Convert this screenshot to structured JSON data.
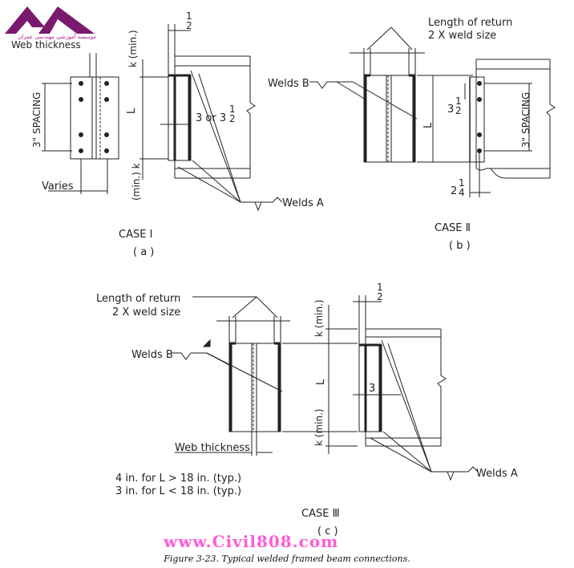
{
  "figure": {
    "caption": "Figure 3-23.  Typical welded framed beam connections.",
    "watermark": "www.Civil808.com",
    "logo_text_line1": "موسسه آموزشی مهندسی عمران",
    "logo_text_line2": "Web thickness",
    "brand_color": "#7a1a6e",
    "watermark_color": "#ff5cd6"
  },
  "case_a": {
    "title": "CASE Ⅰ",
    "sub": "( a )",
    "labels": {
      "half": "1",
      "half_den": "2",
      "k_top": "k (min.)",
      "L": "L",
      "three_or": "3 or 3",
      "three_or_frac_num": "1",
      "three_or_frac_den": "2",
      "k_bot": "(min.) k",
      "spacing": "3\" SPACING",
      "varies": "Varies",
      "welds_a": "Welds A",
      "web_thickness": "Web thickness"
    }
  },
  "case_b": {
    "title": "CASE Ⅱ",
    "sub": "( b )",
    "labels": {
      "length_return": "Length of return",
      "weld_size": "2 X weld size",
      "welds_b": "Welds B",
      "L": "L",
      "three_half": "3",
      "three_half_num": "1",
      "three_half_den": "2",
      "spacing": "3\" SPACING",
      "two_quarter": "2",
      "two_quarter_num": "1",
      "two_quarter_den": "4"
    }
  },
  "case_c": {
    "title": "CASE Ⅲ",
    "sub": "( c )",
    "labels": {
      "length_return": "Length of return",
      "weld_size": "2 X weld size",
      "welds_b": "Welds B",
      "half": "1",
      "half_den": "2",
      "k_top": "k (min.)",
      "L": "L",
      "three": "3",
      "k_bot": "k (min.)",
      "web_thickness": "Web thickness",
      "note1": "4 in. for L > 18 in. (typ.)",
      "note2": "3 in. for L < 18 in. (typ.)",
      "welds_a": "Welds A"
    }
  }
}
